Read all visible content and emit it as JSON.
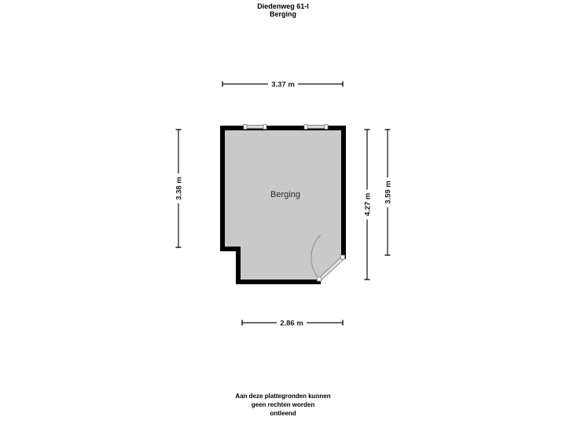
{
  "header": {
    "address": "Diedenweg 61-I",
    "subtitle": "Berging"
  },
  "floor_plan": {
    "room_label": "Berging",
    "dimensions": {
      "top_width": "3.37 m",
      "left_height": "3.38 m",
      "inner_height": "4.27 m",
      "right_height": "3.59 m",
      "bottom_width": "2.86 m"
    },
    "features": [
      "window-icon",
      "window-icon",
      "door-swing-icon"
    ],
    "colors": {
      "wall": "#000000",
      "floor": "#c9c9c9",
      "window_fill": "#d9d9d9",
      "door_leaf": "#e6e6e6",
      "dimension_line": "#111111",
      "label_background": "#ffffff"
    }
  },
  "footer": {
    "disclaimer_lines": [
      "Aan deze plattegronden kunnen",
      "geen rechten worden",
      "ontleend"
    ]
  }
}
